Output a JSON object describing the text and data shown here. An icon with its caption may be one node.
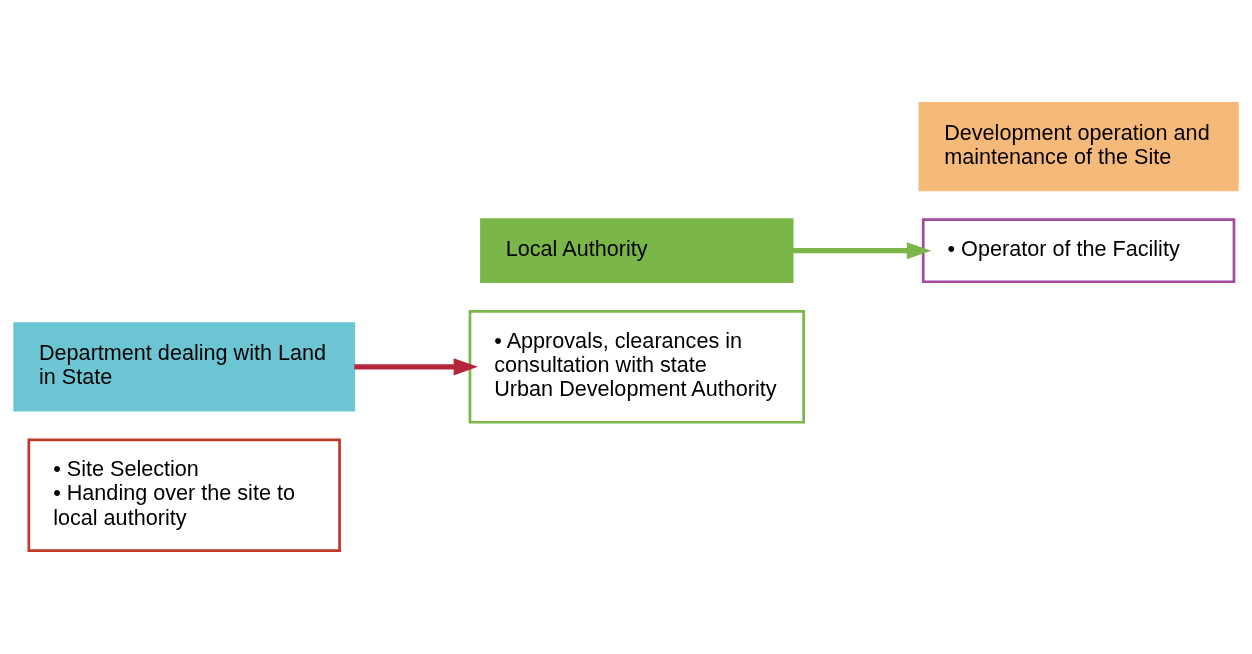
{
  "diagram": {
    "nodes": [
      {
        "text": [
          "• Site Selection",
          "• Handing over the site to local authority"
        ]
      },
      {
        "text": [
          "Department dealing with Land in State"
        ]
      },
      {
        "text": [
          "Local Authority"
        ]
      },
      {
        "text": [
          "• Approvals, clearances in consultation with state Urban Development Authority"
        ]
      },
      {
        "text": [
          "• Operator of the Facility"
        ]
      },
      {
        "text": [
          "Development operation and maintenance of the Site"
        ]
      }
    ],
    "edges": [
      {
        "from": 1,
        "to": 3,
        "arrow": "to",
        "color": "#b5263a"
      },
      {
        "from": 2,
        "to": 4,
        "arrow": "to",
        "color": "#7ab648"
      }
    ]
  }
}
